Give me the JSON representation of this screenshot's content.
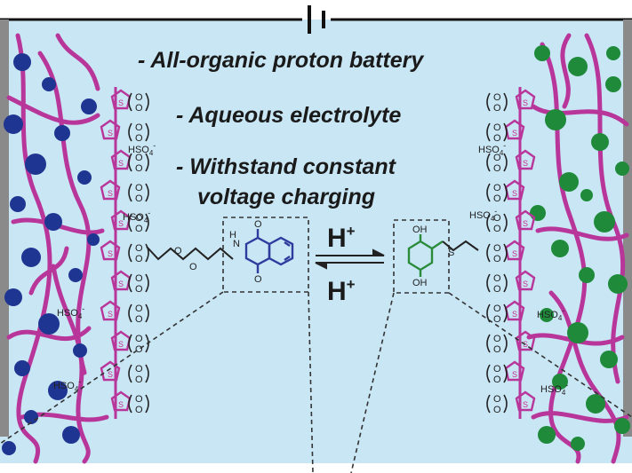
{
  "features": [
    "- All-organic proton battery",
    "- Aqueous electrolyte",
    "- Withstand constant",
    "voltage charging"
  ],
  "proton_top": "H",
  "proton_bottom": "H",
  "proton_charge": "+",
  "counter_ion": "HSO",
  "counter_ion_sub": "4",
  "counter_ion_charge": "-",
  "nh_label": "H",
  "n_label": "N",
  "quinone_o": "O",
  "hydro_oh": "OH",
  "thio_s": "S",
  "colors": {
    "background": "#c9e6f5",
    "polymer": "#b8369a",
    "anode_particles": "#1f3592",
    "cathode_particles": "#1e8a3a",
    "anthraquinone": "#2f3c9e",
    "hydroquinone": "#2a8c3a",
    "ink": "#1a1a1a"
  }
}
